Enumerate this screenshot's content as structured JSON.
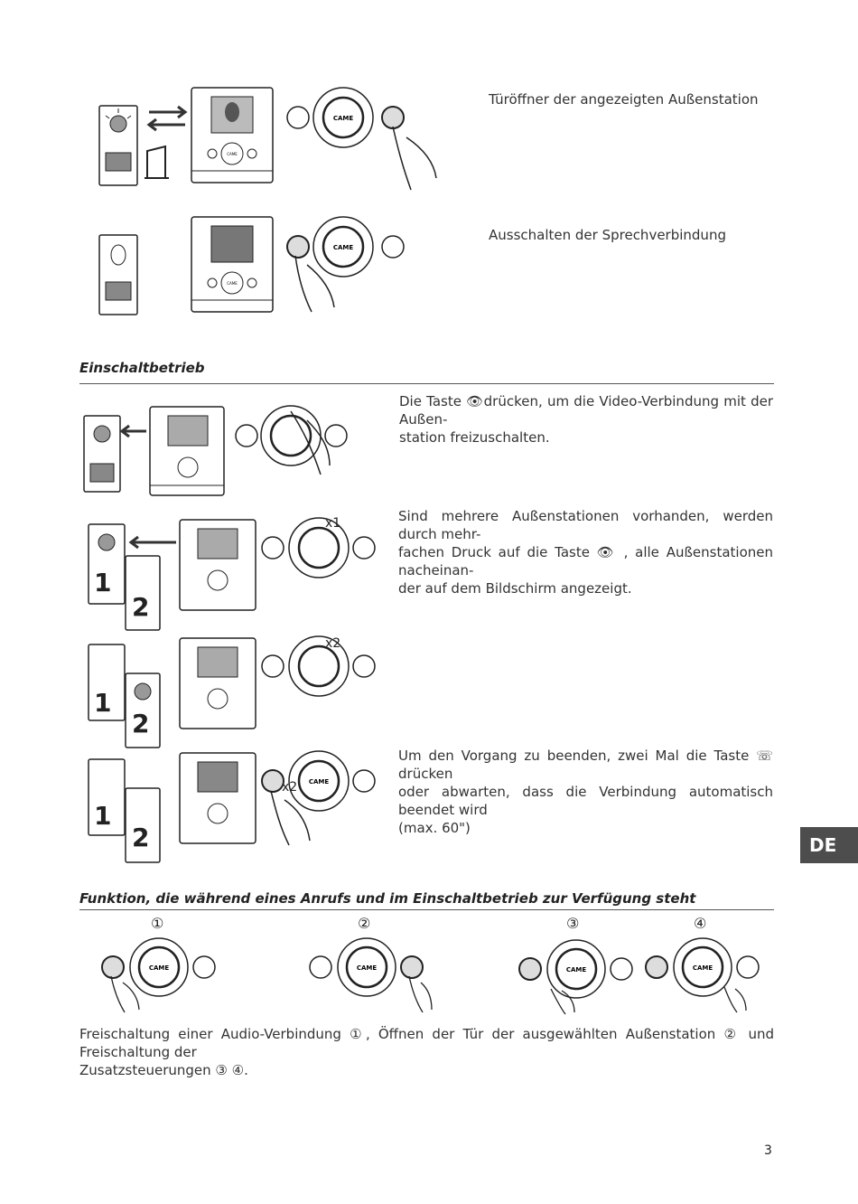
{
  "steps": {
    "door_open": "Türöffner der angezeigten Außenstation",
    "end_talk": "Ausschalten der Sprechverbindung"
  },
  "section1": {
    "title": "Einschaltbetrieb",
    "para1": "Die Taste  drücken, um die Video-Verbindung mit der Außenstation freizuschalten.",
    "para1_a": "Die Taste",
    "para1_b": "drücken, um die Video-Verbindung mit der Außen-",
    "para1_c": "station freizuschalten.",
    "para2_a": "Sind mehrere Außenstationen vorhanden, werden durch mehr-",
    "para2_b": "fachen Druck auf die Taste",
    "para2_c": ", alle Außenstationen nacheinan-",
    "para2_d": "der auf dem Bildschirm angezeigt.",
    "para3_a": "Um den Vorgang zu beenden, zwei Mal die Taste",
    "para3_b": "drücken",
    "para3_c": "oder abwarten, dass die Verbindung automatisch beendet wird",
    "para3_d": "(max. 60\")"
  },
  "section2": {
    "title": "Funktion, die während eines Anrufs und im Einschaltbetrieb zur Verfügung steht",
    "markers": [
      "①",
      "②",
      "③",
      "④"
    ],
    "caption_a": "Freischaltung einer Audio-Verbindung ①, Öffnen der Tür der ausgewählten Außenstation ② und Freischaltung der",
    "caption_b": "Zusatzsteuerungen ③ ④."
  },
  "labels": {
    "brand": "CAME",
    "x1": "x1",
    "x2": "x2",
    "num1": "1",
    "num2": "2"
  },
  "lang_tab": "DE",
  "page_number": "3"
}
